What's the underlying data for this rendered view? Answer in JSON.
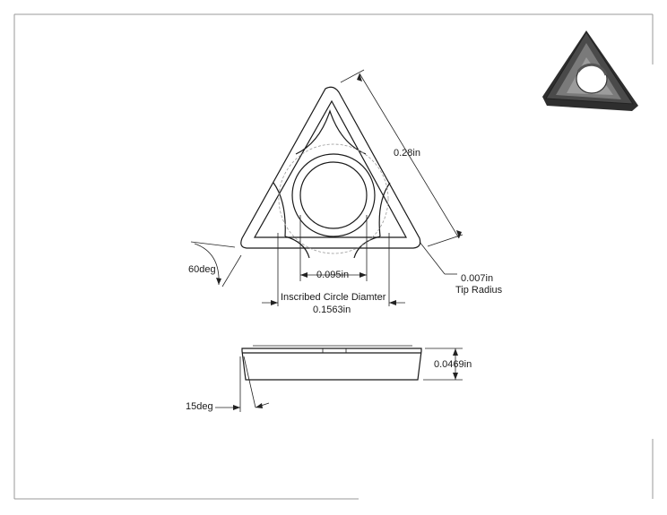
{
  "dimensions": {
    "side_length": "0.28in",
    "tip_radius_value": "0.007in",
    "tip_radius_label": "Tip Radius",
    "hole_diameter": "0.095in",
    "inscribed_circle_label": "Inscribed Circle Diamter",
    "inscribed_circle_value": "0.1563in",
    "corner_angle": "60deg",
    "thickness": "0.0469in",
    "clearance_angle": "15deg"
  },
  "colors": {
    "line": "#1a1a1a",
    "hidden_line": "#9a9a9a",
    "frame": "#9a9a9a",
    "iso_dark": "#3c3c3c",
    "iso_mid": "#6e6e6e",
    "iso_light": "#a8a8a8"
  }
}
